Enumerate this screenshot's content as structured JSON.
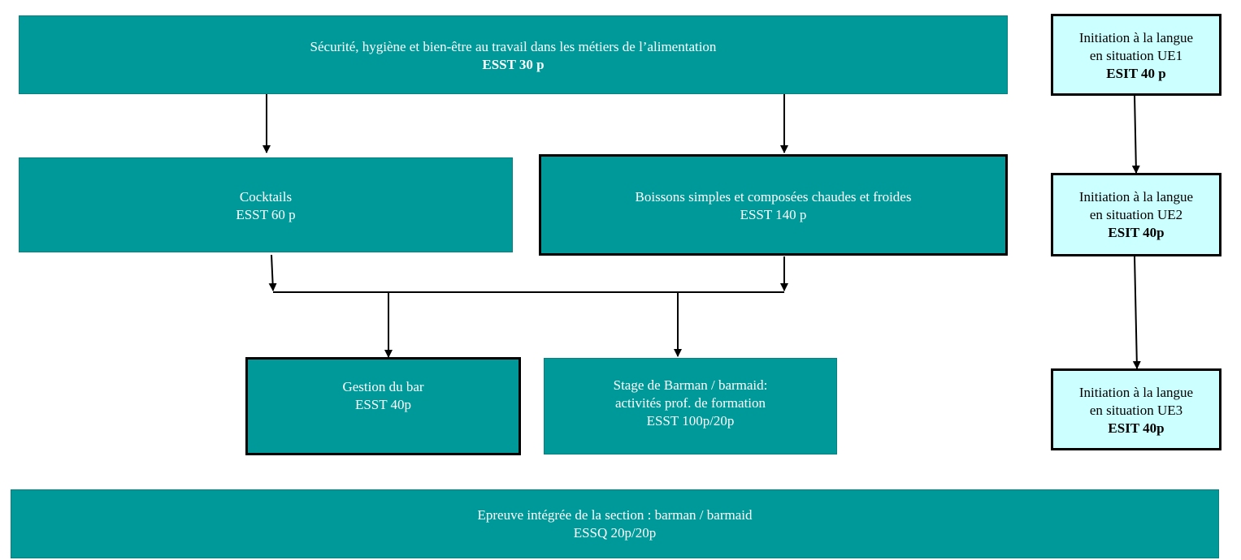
{
  "colors": {
    "teal": "#009999",
    "pale": "#ccffff",
    "line": "#000000"
  },
  "boxes": {
    "securite": {
      "line1": "Sécurité, hygiène et bien-être au travail dans les métiers de l’alimentation",
      "line2": "ESST 30 p"
    },
    "cocktails": {
      "line1": "Cocktails",
      "line2": "ESST 60 p"
    },
    "boissons": {
      "line1": "Boissons simples et composées chaudes et froides",
      "line2": "ESST 140 p"
    },
    "gestion": {
      "line1": "Gestion du bar",
      "line2": "ESST 40p"
    },
    "stage": {
      "line1": "Stage de Barman / barmaid:",
      "line2": "activités prof. de formation",
      "line3": "ESST 100p/20p"
    },
    "epreuve": {
      "line1": "Epreuve intégrée de la section : barman / barmaid",
      "line2": "ESSQ 20p/20p"
    },
    "langue1": {
      "line1": "Initiation à la langue",
      "line2": "en situation UE1",
      "line3": "ESIT 40 p"
    },
    "langue2": {
      "line1": "Initiation à la langue",
      "line2": "en situation UE2",
      "line3": "ESIT 40p"
    },
    "langue3": {
      "line1": "Initiation à la langue",
      "line2": "en situation UE3",
      "line3": "ESIT 40p"
    }
  }
}
